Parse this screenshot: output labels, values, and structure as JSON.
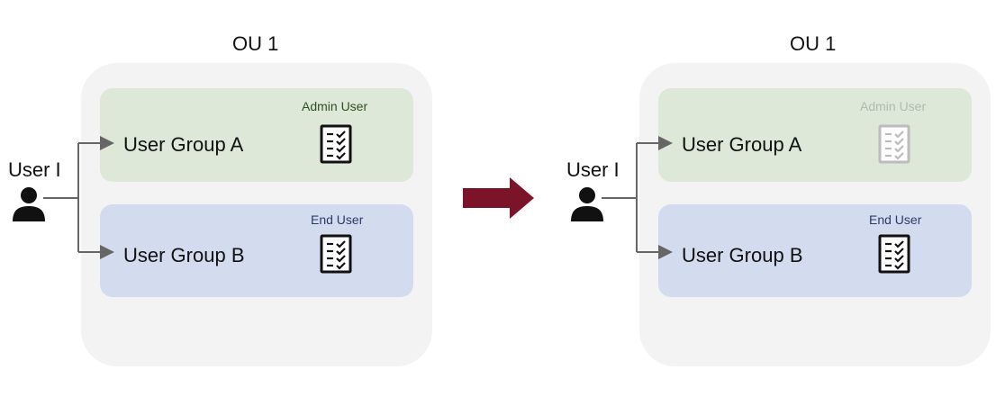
{
  "panels": [
    {
      "ou_title": "OU 1",
      "user_label": "User I",
      "groups": [
        {
          "label": "User Group A",
          "role": "Admin User",
          "role_faded": false
        },
        {
          "label": "User Group B",
          "role": "End User",
          "role_faded": false
        }
      ]
    },
    {
      "ou_title": "OU 1",
      "user_label": "User I",
      "groups": [
        {
          "label": "User Group A",
          "role": "Admin User",
          "role_faded": true
        },
        {
          "label": "User Group B",
          "role": "End User",
          "role_faded": false
        }
      ]
    }
  ],
  "colors": {
    "ou_box": "#f3f3f3",
    "group_a": "#dde8d8",
    "group_b": "#d3dbef",
    "arrow": "#7b1428",
    "connector": "#666666",
    "faded_icon": "#bcbcbc"
  },
  "icons": {
    "user": "person-icon",
    "role": "checklist-document-icon",
    "transition": "right-arrow-icon"
  }
}
